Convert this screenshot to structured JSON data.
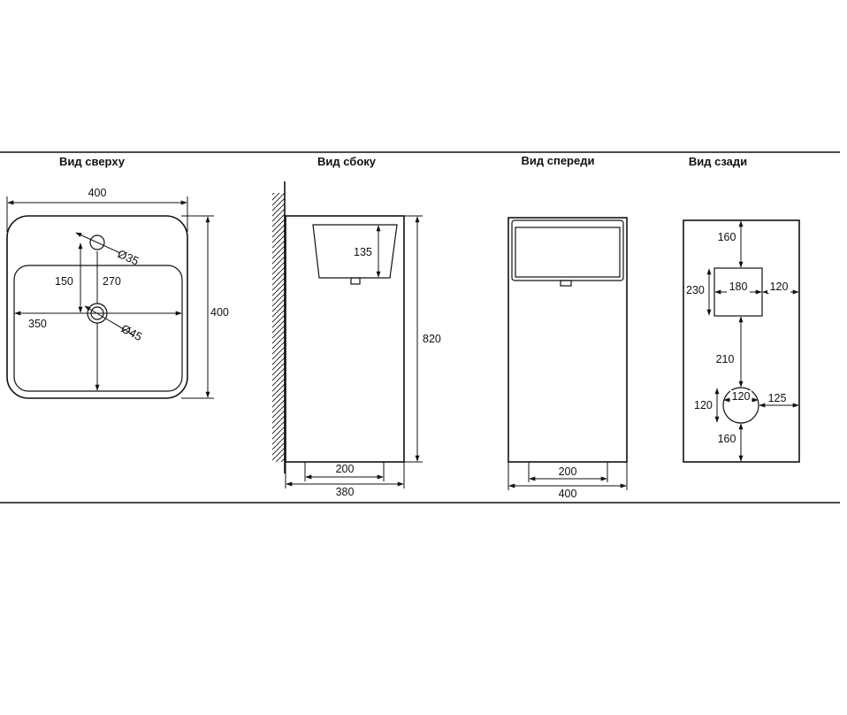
{
  "views": {
    "top": {
      "title": "Вид сверху",
      "width": "400",
      "depth": "400",
      "tap_hole": "35",
      "drain_hole": "45",
      "tap_offset": "150",
      "drain_offset": "270",
      "bowl_width": "350"
    },
    "side": {
      "title": "Вид сбоку",
      "bowl_depth": "135",
      "height": "820",
      "base": "200",
      "depth": "380"
    },
    "front": {
      "title": "Вид спереди",
      "base": "200",
      "width": "400"
    },
    "back": {
      "title": "Вид сзади",
      "top_margin": "160",
      "opening_width": "180",
      "opening_height": "230",
      "opening_side": "120",
      "gap": "210",
      "pipe_diameter": "120",
      "pipe_height": "120",
      "pipe_side": "125",
      "bottom_margin": "160"
    }
  }
}
